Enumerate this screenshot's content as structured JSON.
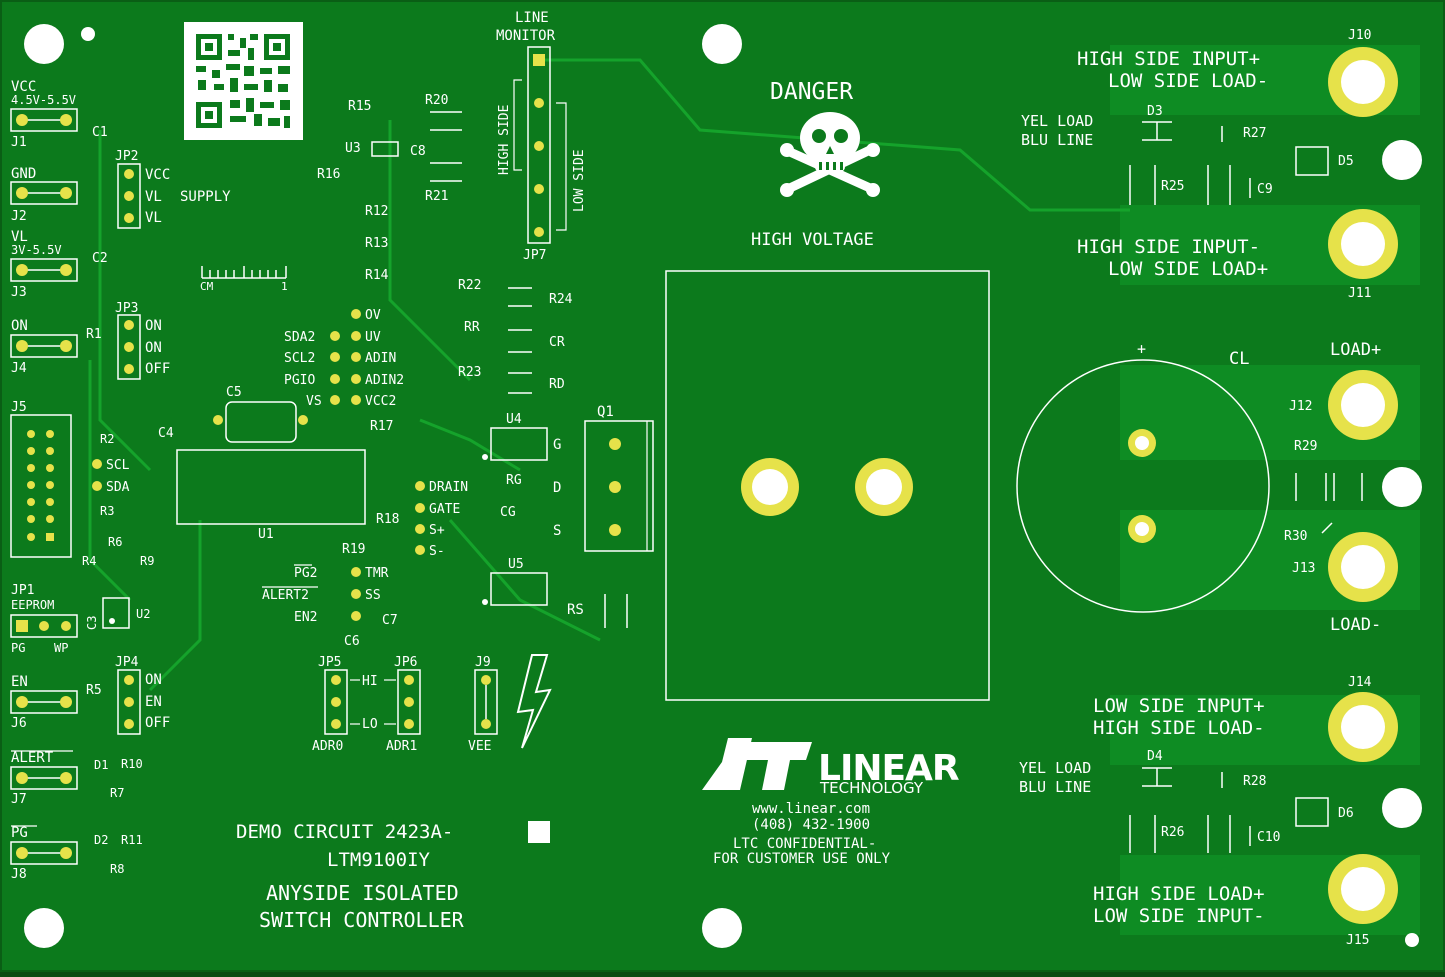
{
  "colors": {
    "board": "#0c7a1c",
    "copper": "#0f9426",
    "pad": "#e6e24a",
    "silkscreen": "#ffffff"
  },
  "icons": [
    "qr-code-icon",
    "skull-crossbones-icon",
    "lightning-bolt-icon",
    "linear-logo-icon"
  ],
  "labels": {
    "vcc": "VCC",
    "vcc_range": "4.5V-5.5V",
    "j1": "J1",
    "c1": "C1",
    "jp2": "JP2",
    "jp2_vcc": "VCC",
    "jp2_vl": "VL",
    "jp2_vl2": "VL",
    "vl_supply": "SUPPLY",
    "gnd": "GND",
    "j2": "J2",
    "vl": "VL",
    "vl_range": "3V-5.5V",
    "j3": "J3",
    "c2": "C2",
    "on": "ON",
    "j4": "J4",
    "r1": "R1",
    "jp3": "JP3",
    "jp3_on1": "ON",
    "jp3_on2": "ON",
    "jp3_off": "OFF",
    "j5": "J5",
    "r2": "R2",
    "r3": "R3",
    "scl": "SCL",
    "sda": "SDA",
    "r6": "R6",
    "r4": "R4",
    "r9": "R9",
    "jp1": "JP1",
    "eeprom": "EEPROM",
    "pg": "PG",
    "wp": "WP",
    "c3": "C3",
    "u2": "U2",
    "en": "EN",
    "j6": "J6",
    "r5": "R5",
    "jp4": "JP4",
    "jp4_on": "ON",
    "jp4_en": "EN",
    "jp4_off": "OFF",
    "alert": "ALERT",
    "j7": "J7",
    "d1": "D1",
    "r10": "R10",
    "r7": "R7",
    "pg2": "PG",
    "j8": "J8",
    "d2": "D2",
    "r11": "R11",
    "r8": "R8",
    "cm": "CM",
    "cm1": "1",
    "r15": "R15",
    "r20": "R20",
    "u3": "U3",
    "c8": "C8",
    "r16": "R16",
    "r21": "R21",
    "r12": "R12",
    "r13": "R13",
    "r14": "R14",
    "ov": "OV",
    "uv": "UV",
    "adin": "ADIN",
    "adin2": "ADIN2",
    "vcc2": "VCC2",
    "sda2": "SDA2",
    "scl2": "SCL2",
    "pgio": "PGIO",
    "vs": "VS",
    "c5": "C5",
    "c4": "C4",
    "u1": "U1",
    "r17": "R17",
    "line_monitor1": "LINE",
    "line_monitor2": "MONITOR",
    "high_side": "HIGH SIDE",
    "low_side": "LOW SIDE",
    "jp7": "JP7",
    "r22": "R22",
    "r24": "R24",
    "rr": "RR",
    "cr": "CR",
    "r23": "R23",
    "rd": "RD",
    "u4": "U4",
    "rg": "RG",
    "cg": "CG",
    "drain": "DRAIN",
    "gate": "GATE",
    "splus": "S+",
    "sminus": "S-",
    "r18": "R18",
    "r19": "R19",
    "pg2b": "PG2",
    "tmr": "TMR",
    "alert2": "ALERT2",
    "ss": "SS",
    "en2": "EN2",
    "c7": "C7",
    "c6": "C6",
    "q1": "Q1",
    "q1_g": "G",
    "q1_d": "D",
    "q1_s": "S",
    "u5": "U5",
    "rs": "RS",
    "jp5": "JP5",
    "jp6": "JP6",
    "hi": "HI",
    "lo": "LO",
    "adr0": "ADR0",
    "adr1": "ADR1",
    "j9": "J9",
    "vee": "VEE",
    "danger": "DANGER",
    "high_voltage": "HIGH VOLTAGE",
    "demo1": "DEMO CIRCUIT 2423A-",
    "demo2": "LTM9100IY",
    "title1": "ANYSIDE ISOLATED",
    "title2": "SWITCH CONTROLLER",
    "logo_main": "LINEAR",
    "logo_sub": "TECHNOLOGY",
    "www": "www.linear.com",
    "phone": "(408) 432-1900",
    "conf1": "LTC CONFIDENTIAL-",
    "conf2": "FOR CUSTOMER USE ONLY",
    "j10": "J10",
    "j10_1": "HIGH SIDE INPUT+",
    "j10_2": "LOW SIDE LOAD-",
    "yel1": "YEL LOAD",
    "blu1": "BLU LINE",
    "d3": "D3",
    "r27": "R27",
    "d5": "D5",
    "r25": "R25",
    "c9": "C9",
    "j11_1": "HIGH SIDE INPUT-",
    "j11_2": "LOW SIDE LOAD+",
    "j11": "J11",
    "plus": "+",
    "cl": "CL",
    "load_plus": "LOAD+",
    "j12": "J12",
    "r29": "R29",
    "r30": "R30",
    "j13": "J13",
    "load_minus": "LOAD-",
    "j14": "J14",
    "j14_1": "LOW SIDE INPUT+",
    "j14_2": "HIGH SIDE LOAD-",
    "yel2": "YEL LOAD",
    "blu2": "BLU LINE",
    "d4": "D4",
    "r28": "R28",
    "d6": "D6",
    "r26": "R26",
    "c10": "C10",
    "j15_1": "HIGH SIDE LOAD+",
    "j15_2": "LOW SIDE INPUT-",
    "j15": "J15"
  }
}
